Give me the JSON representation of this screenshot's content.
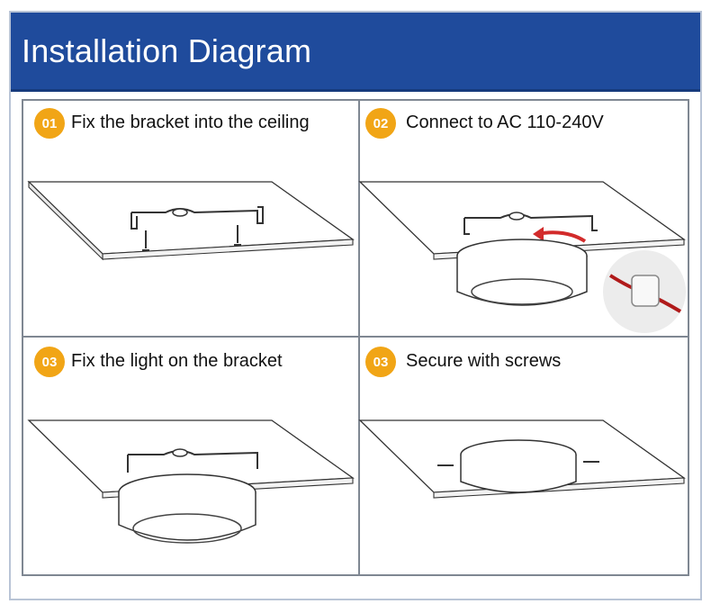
{
  "header": {
    "title": "Installation Diagram"
  },
  "steps": [
    {
      "number": "01",
      "label": "Fix the bracket into the ceiling"
    },
    {
      "number": "02",
      "label": "Connect to AC 110-240V"
    },
    {
      "number": "03",
      "label": "Fix the light on the bracket"
    },
    {
      "number": "03",
      "label": "Secure with screws"
    }
  ],
  "colors": {
    "header": "#1f4b9c",
    "badge": "#f1a516",
    "arrow": "#d22b2b",
    "wire": "#b01a1a"
  }
}
